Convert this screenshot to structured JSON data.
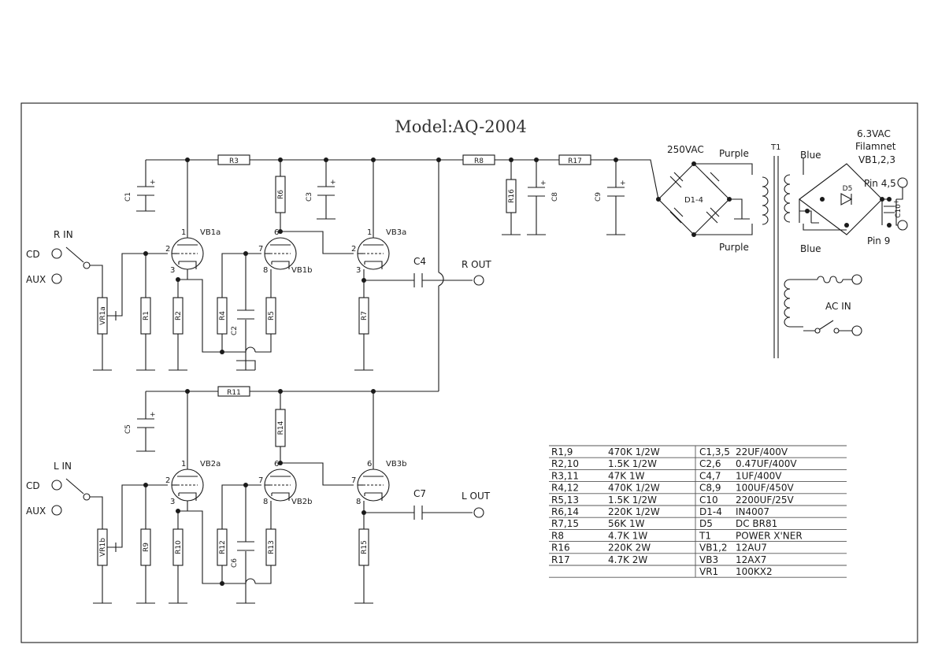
{
  "title": "Model:AQ-2004",
  "resistors": [
    {
      "ref": "R3"
    },
    {
      "ref": "R8"
    },
    {
      "ref": "R17"
    },
    {
      "ref": "R11"
    },
    {
      "ref": "R6"
    },
    {
      "ref": "R16"
    },
    {
      "ref": "R14"
    },
    {
      "ref": "R1"
    },
    {
      "ref": "R2"
    },
    {
      "ref": "R4"
    },
    {
      "ref": "R5"
    },
    {
      "ref": "R7"
    },
    {
      "ref": "R9"
    },
    {
      "ref": "R10"
    },
    {
      "ref": "R12"
    },
    {
      "ref": "R13"
    },
    {
      "ref": "R15"
    },
    {
      "ref": "VR1a"
    },
    {
      "ref": "VR1b"
    }
  ],
  "capacitors": [
    {
      "ref": "C1"
    },
    {
      "ref": "C3"
    },
    {
      "ref": "C8"
    },
    {
      "ref": "C9"
    },
    {
      "ref": "C5"
    },
    {
      "ref": "C2"
    },
    {
      "ref": "C6"
    },
    {
      "ref": "C4"
    },
    {
      "ref": "C7"
    },
    {
      "ref": "C10"
    }
  ],
  "tubes": [
    {
      "ref": "VB1a",
      "pins": [
        "1",
        "2",
        "3"
      ]
    },
    {
      "ref": "VB1b",
      "pins": [
        "6",
        "7",
        "8"
      ]
    },
    {
      "ref": "VB3a",
      "pins": [
        "1",
        "2",
        "3"
      ]
    },
    {
      "ref": "VB2a",
      "pins": [
        "1",
        "2",
        "3"
      ]
    },
    {
      "ref": "VB2b",
      "pins": [
        "6",
        "7",
        "8"
      ]
    },
    {
      "ref": "VB3b",
      "pins": [
        "6",
        "7",
        "8"
      ]
    }
  ],
  "connectors": [
    {
      "id": "r-in-label",
      "text": "R IN"
    },
    {
      "id": "r-cd-label",
      "text": "CD"
    },
    {
      "id": "r-aux-label",
      "text": "AUX"
    },
    {
      "id": "l-in-label",
      "text": "L IN"
    },
    {
      "id": "l-cd-label",
      "text": "CD"
    },
    {
      "id": "l-aux-label",
      "text": "AUX"
    },
    {
      "id": "r-out-label",
      "text": "R  OUT"
    },
    {
      "id": "l-out-label",
      "text": "L  OUT"
    }
  ],
  "power_supply": {
    "hv_label": "250VAC",
    "purple_top": "Purple",
    "purple_bottom": "Purple",
    "bridge_label": "D1-4",
    "transformer": "T1",
    "blue_top": "Blue",
    "blue_bottom": "Blue",
    "filament_line1": "6.3VAC",
    "filament_line2": "Filamnet",
    "filament_line3": "VB1,2,3",
    "diode": "D5",
    "pin45": "Pin  4,5",
    "pin9": "Pin  9",
    "ac_in": "AC  IN"
  },
  "bom": [
    [
      "R1,9",
      "470K  1/2W",
      "C1,3,5",
      "22UF/400V"
    ],
    [
      "R2,10",
      "1.5K  1/2W",
      "C2,6",
      "0.47UF/400V"
    ],
    [
      "R3,11",
      "47K  1W",
      "C4,7",
      "1UF/400V"
    ],
    [
      "R4,12",
      "470K  1/2W",
      "C8,9",
      "100UF/450V"
    ],
    [
      "R5,13",
      "1.5K  1/2W",
      "C10",
      "2200UF/25V"
    ],
    [
      "R6,14",
      "220K  1/2W",
      "D1-4",
      "IN4007"
    ],
    [
      "R7,15",
      "56K  1W",
      "D5",
      "DC  BR81"
    ],
    [
      "R8",
      "4.7K  1W",
      "T1",
      "POWER  X'NER"
    ],
    [
      "R16",
      "220K  2W",
      "VB1,2",
      "12AU7"
    ],
    [
      "R17",
      "4.7K  2W",
      "VB3",
      "12AX7"
    ],
    [
      "",
      "",
      "VR1",
      "100KX2"
    ]
  ]
}
